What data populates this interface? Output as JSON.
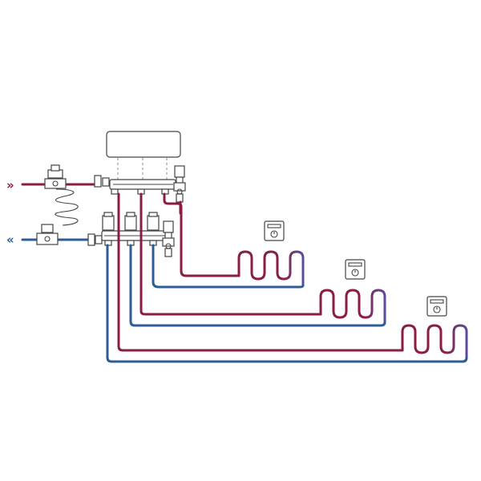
{
  "flow_indicators": {
    "supply_arrows": "»",
    "return_arrows": "«"
  },
  "colors": {
    "supply": "#8b1d44",
    "return": "#2e5c96",
    "outline": "#444444",
    "gradient_mid": "#7a4a8a"
  },
  "components": {
    "control_box": "control-unit",
    "manifold_supply_ports": 3,
    "manifold_return_ports": 3,
    "heating_loops": 3,
    "room_thermostats": 3
  }
}
